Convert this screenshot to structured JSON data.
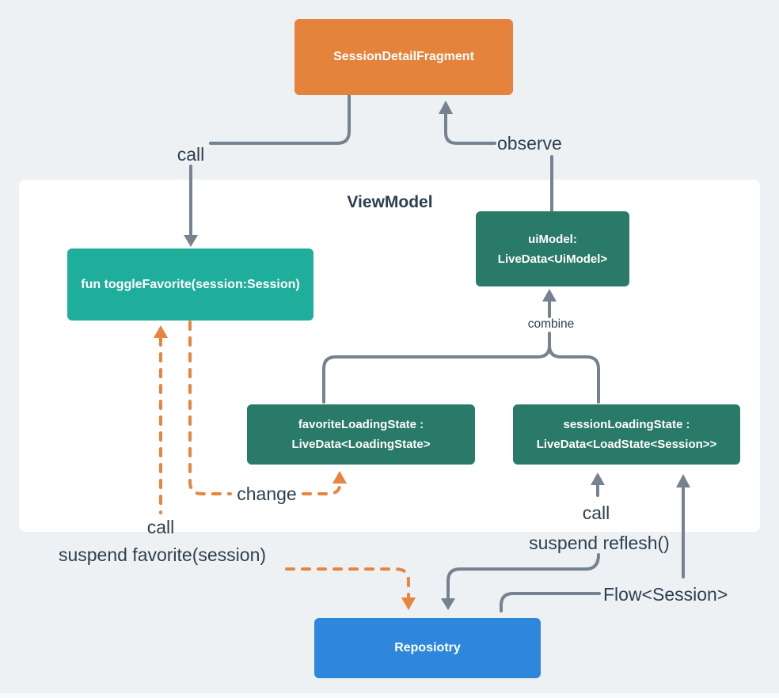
{
  "diagram": {
    "nodes": {
      "fragment": {
        "label": "SessionDetailFragment"
      },
      "viewmodel": {
        "title": "ViewModel"
      },
      "toggle_favorite": {
        "label": "fun toggleFavorite(session:Session)"
      },
      "ui_model": {
        "line1": "uiModel:",
        "line2": "LiveData<UiModel>"
      },
      "favorite_loading_state": {
        "line1": "favoriteLoadingState :",
        "line2": "LiveData<LoadingState>"
      },
      "session_loading_state": {
        "line1": "sessionLoadingState :",
        "line2": "LiveData<LoadState<Session>>"
      },
      "repository": {
        "label": "Reposiotry"
      }
    },
    "edge_labels": {
      "call_top": "call",
      "observe": "observe",
      "combine": "combine",
      "change": "change",
      "call_left": "call",
      "suspend_favorite": "suspend favorite(session)",
      "call_right": "call",
      "suspend_reflesh": "suspend reflesh()",
      "flow_session": "Flow<Session>"
    },
    "colors": {
      "background": "#EDF1F4",
      "container": "#FFFFFF",
      "fragment_orange": "#E5823B",
      "toggle_teal": "#1FAE9C",
      "livedata_green": "#2A7A69",
      "repository_blue": "#2E87DC",
      "arrow_gray": "#76828F",
      "arrow_orange": "#E8843D",
      "label_text": "#2E3F4E"
    }
  }
}
